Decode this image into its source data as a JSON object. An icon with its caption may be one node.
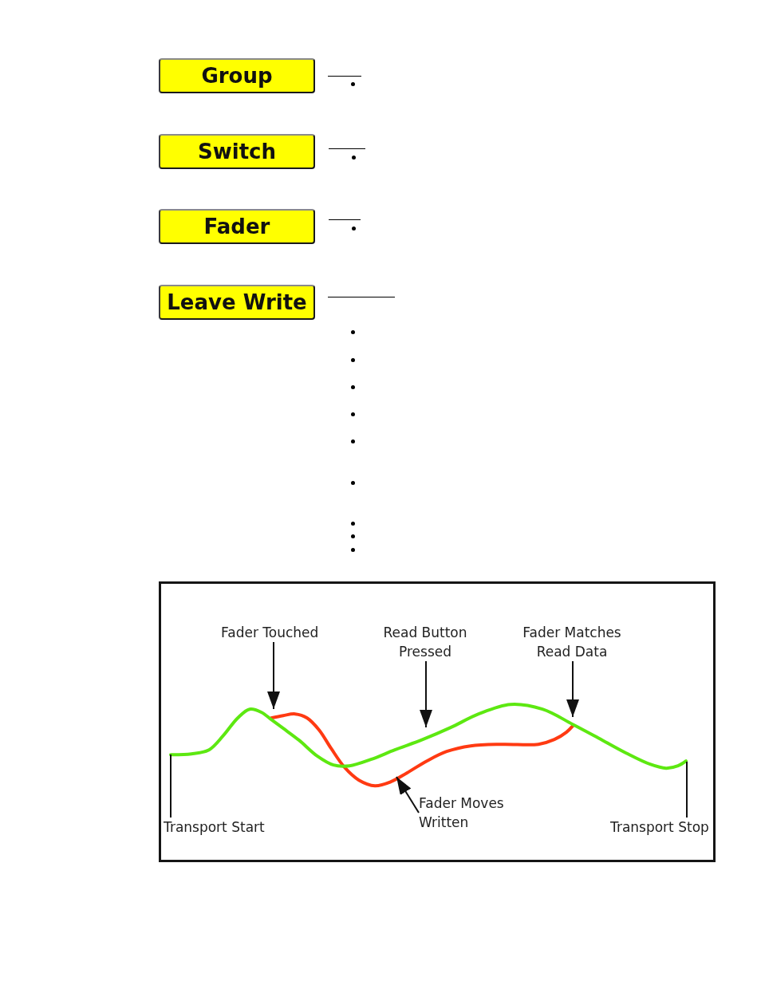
{
  "diagram": {
    "nodes": [
      {
        "text": [
          "Group"
        ]
      },
      {
        "text": [
          "Switch"
        ]
      },
      {
        "text": [
          "Fader"
        ]
      },
      {
        "text": [
          "Leave Write"
        ]
      },
      {
        "text": [],
        "shape": "box"
      },
      {
        "text": [
          "Fader Touched"
        ],
        "in": 4
      },
      {
        "text": [
          "Read Button Pressed"
        ],
        "in": 4
      },
      {
        "text": [
          "Fader Matches Read Data"
        ],
        "in": 4
      },
      {
        "text": [
          "Transport Start"
        ],
        "in": 4
      },
      {
        "text": [
          "Fader Moves Written"
        ],
        "in": 4
      },
      {
        "text": [
          "Transport Stop"
        ],
        "in": 4
      },
      {
        "text": [],
        "shape": "curve",
        "in": 4
      }
    ],
    "edges": [
      {
        "from": 5,
        "to": 11,
        "arrow": "to"
      },
      {
        "from": 6,
        "to": 11,
        "arrow": "to"
      },
      {
        "from": 7,
        "to": 11,
        "arrow": "to"
      },
      {
        "from": 8,
        "to": 11,
        "arrow": "none"
      },
      {
        "from": 9,
        "to": 11,
        "arrow": "to"
      },
      {
        "from": 10,
        "to": 11,
        "arrow": "none"
      }
    ]
  }
}
